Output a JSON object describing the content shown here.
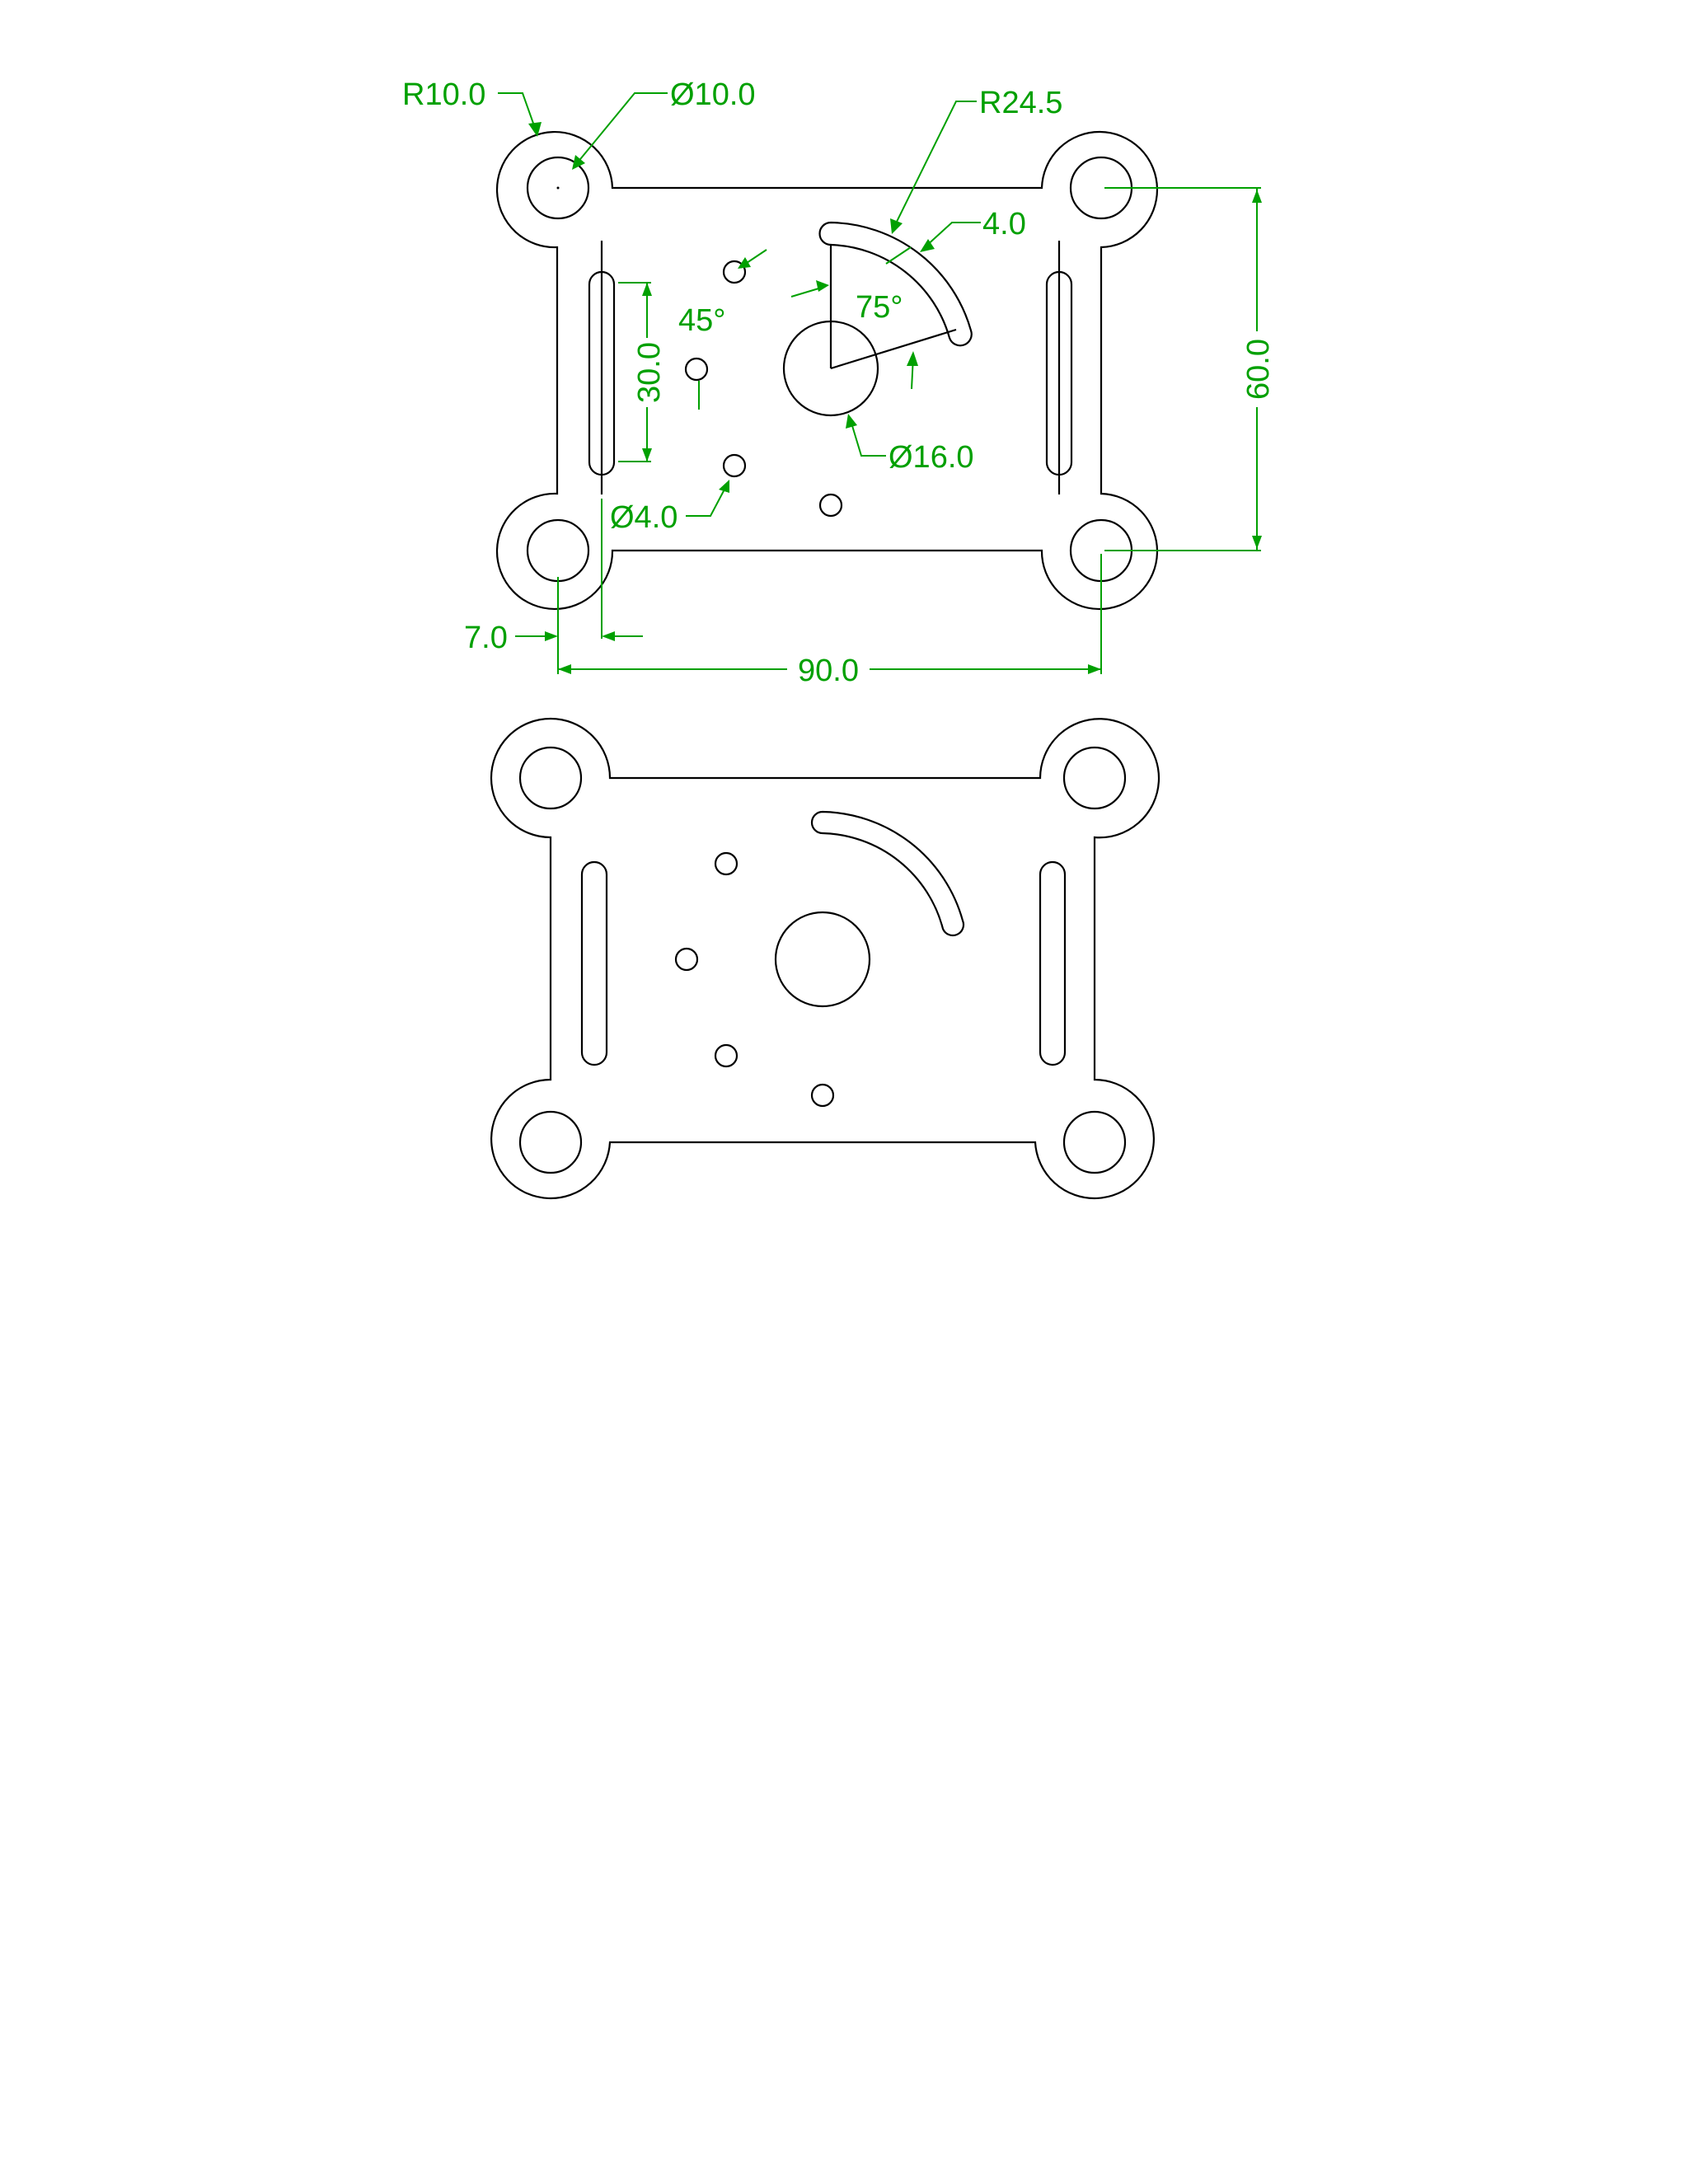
{
  "colors": {
    "background": "#ffffff",
    "outline": "#000000",
    "dimension": "#00a000"
  },
  "drawing": {
    "annotated_view": {
      "labels": {
        "corner_radius": "R10.0",
        "corner_hole_dia": "Ø10.0",
        "arc_radius": "R24.5",
        "slot_width": "4.0",
        "angle_small": "45°",
        "angle_arc": "75°",
        "slot_length": "30.0",
        "vertical_spacing": "60.0",
        "center_hole_dia": "Ø16.0",
        "small_hole_dia": "Ø4.0",
        "slot_offset": "7.0",
        "horizontal_spacing": "90.0"
      }
    },
    "clean_view": {}
  }
}
